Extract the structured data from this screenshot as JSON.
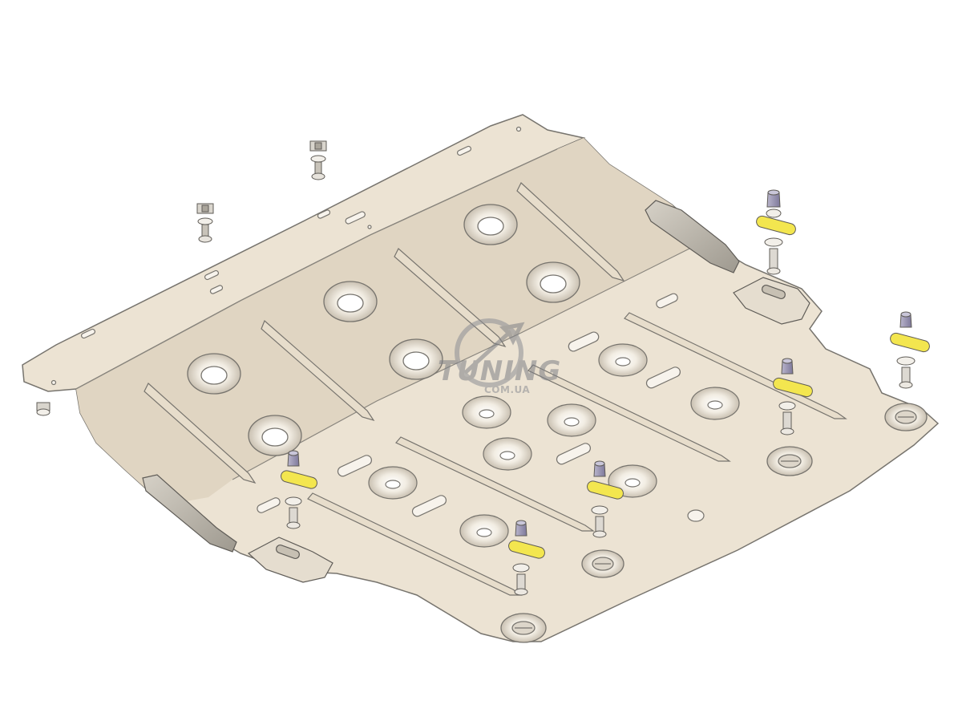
{
  "watermark": {
    "title": "TUNING",
    "subtitle": "COM.UA"
  },
  "colors": {
    "plate": "#ece3d3",
    "plate_shade": "#e0d5c2",
    "outline": "#77746e",
    "bracket": "#bdb8ae",
    "bolt": "#9c97b3",
    "tab": "#f3e64f",
    "washer": "#f2efe9"
  },
  "icons": [
    "skid-plate-diagram",
    "fastener-bolt-icon",
    "cage-nut-icon",
    "bracket-icon",
    "drain-plug-icon",
    "watermark-logo"
  ]
}
